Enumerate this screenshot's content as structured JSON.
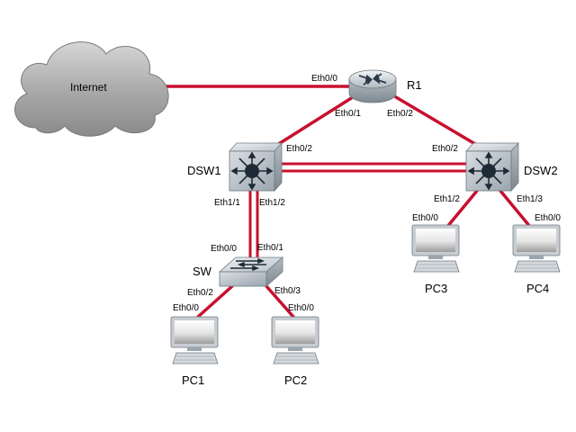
{
  "colors": {
    "link": "#c8102e",
    "device": "#9aa5ae",
    "cloud": "#a9a9a9"
  },
  "nodes": {
    "internet": {
      "label": "Internet",
      "icon": "cloud-icon"
    },
    "r1": {
      "label": "R1",
      "icon": "router-icon"
    },
    "dsw1": {
      "label": "DSW1",
      "icon": "multilayer-switch-icon"
    },
    "dsw2": {
      "label": "DSW2",
      "icon": "multilayer-switch-icon"
    },
    "sw": {
      "label": "SW",
      "icon": "switch-icon"
    },
    "pc1": {
      "label": "PC1",
      "icon": "pc-icon"
    },
    "pc2": {
      "label": "PC2",
      "icon": "pc-icon"
    },
    "pc3": {
      "label": "PC3",
      "icon": "pc-icon"
    },
    "pc4": {
      "label": "PC4",
      "icon": "pc-icon"
    }
  },
  "ports": {
    "r1_e00": "Eth0/0",
    "r1_e01": "Eth0/1",
    "r1_e02": "Eth0/2",
    "dsw1_e02": "Eth0/2",
    "dsw1_e11": "Eth1/1",
    "dsw1_e12": "Eth1/2",
    "dsw2_e02": "Eth0/2",
    "dsw2_e12": "Eth1/2",
    "dsw2_e13": "Eth1/3",
    "sw_e00": "Eth0/0",
    "sw_e01": "Eth0/1",
    "sw_e02": "Eth0/2",
    "sw_e03": "Eth0/3",
    "pc1_e00": "Eth0/0",
    "pc2_e00": "Eth0/0",
    "pc3_e00": "Eth0/0",
    "pc4_e00": "Eth0/0"
  }
}
